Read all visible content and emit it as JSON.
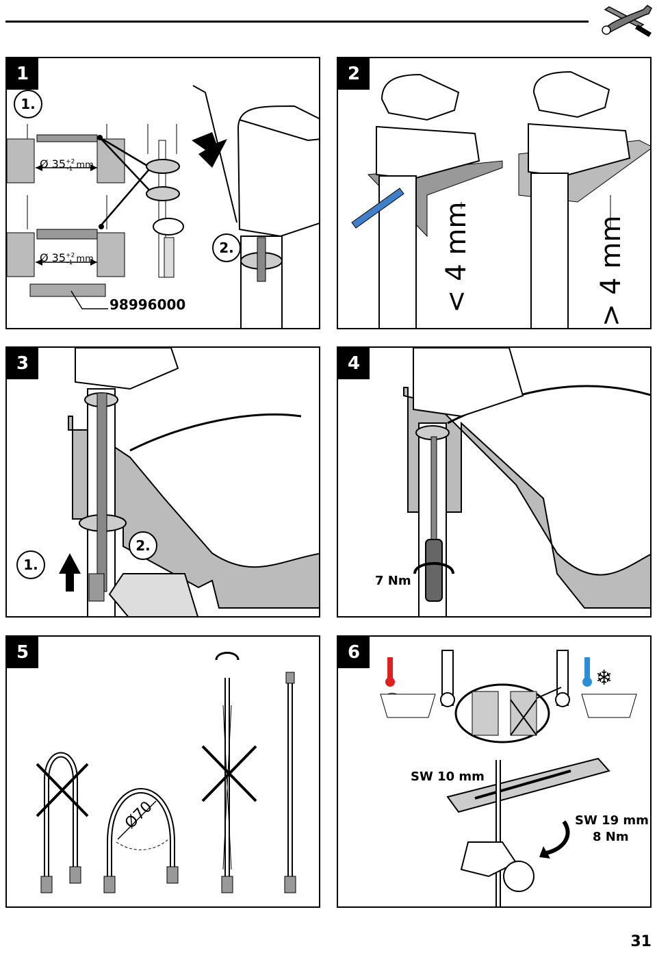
{
  "header": {
    "tools_icon": "wrench-screwdriver-icon"
  },
  "panels": [
    {
      "number": "1",
      "step_a": "1.",
      "step_b": "2.",
      "dim_upper": "Ø 35",
      "dim_lower": "Ø 35",
      "tol_plus": "+2",
      "tol_minus": "-1",
      "unit": "mm",
      "part_number": "98996000"
    },
    {
      "number": "2",
      "gap_small": "< 4 mm",
      "gap_large": "> 4 mm"
    },
    {
      "number": "3",
      "step_a": "1.",
      "step_b": "2."
    },
    {
      "number": "4",
      "torque": "7 Nm"
    },
    {
      "number": "5",
      "bend_diameter": "70",
      "diameter_symbol": "Ø"
    },
    {
      "number": "6",
      "wrench_small": "SW 10 mm",
      "wrench_large": "SW 19 mm",
      "torque": "8 Nm"
    }
  ],
  "page_number": "31",
  "colors": {
    "hot": "#e02020",
    "cold": "#2a8fd8",
    "accent_blue": "#3f7fc9"
  }
}
